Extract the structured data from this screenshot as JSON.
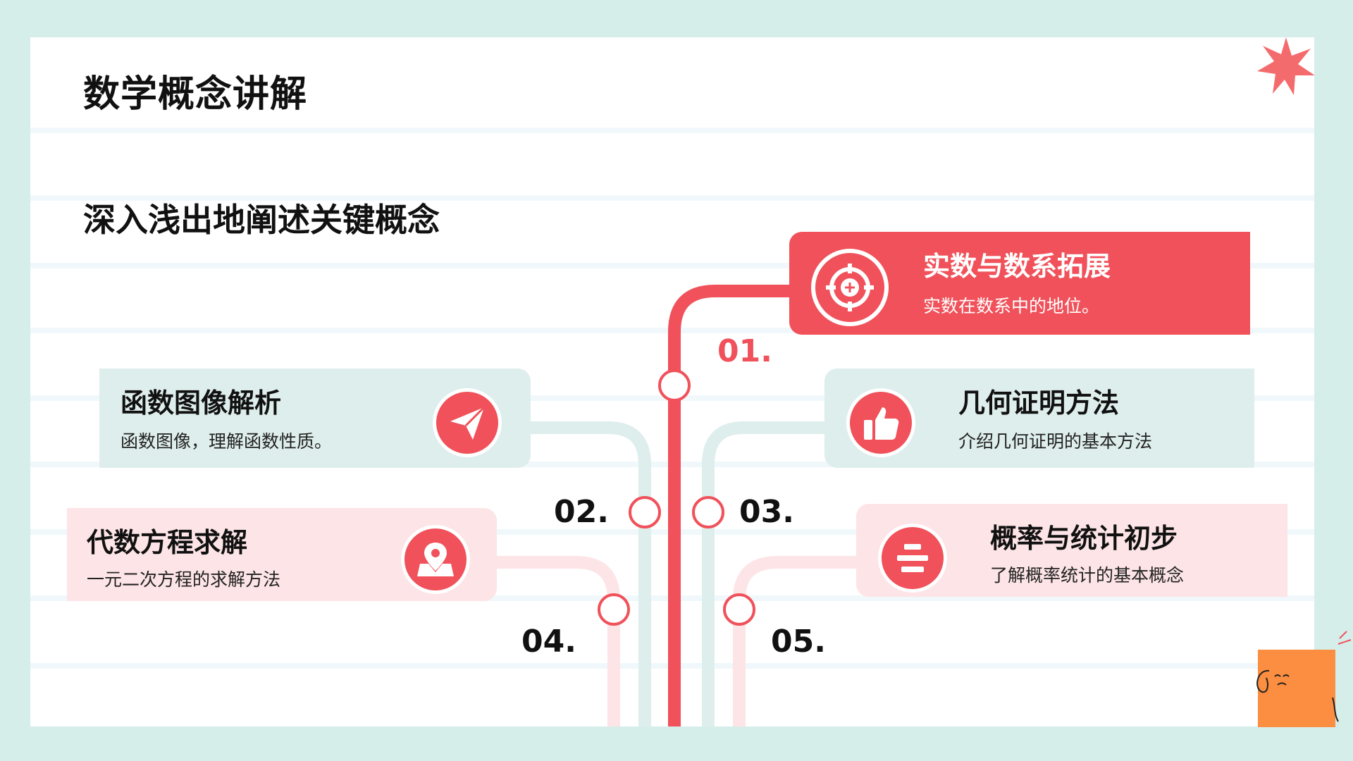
{
  "title": "数学概念讲解",
  "subtitle": "深入浅出地阐述关键概念",
  "colors": {
    "accent": "#f0515a",
    "teal_card": "#deeeec",
    "pink_card": "#fde4e6",
    "background": "#d6eeea"
  },
  "items": [
    {
      "number": "01.",
      "title": "实数与数系拓展",
      "desc": "实数在数系中的地位。",
      "icon": "crosshair-icon"
    },
    {
      "number": "02.",
      "title": "函数图像解析",
      "desc": "函数图像，理解函数性质。",
      "icon": "paper-plane-icon"
    },
    {
      "number": "03.",
      "title": "几何证明方法",
      "desc": "介绍几何证明的基本方法",
      "icon": "thumbs-up-icon"
    },
    {
      "number": "04.",
      "title": "代数方程求解",
      "desc": "一元二次方程的求解方法",
      "icon": "map-pin-icon"
    },
    {
      "number": "05.",
      "title": "概率与统计初步",
      "desc": "了解概率统计的基本概念",
      "icon": "align-center-icon"
    }
  ]
}
